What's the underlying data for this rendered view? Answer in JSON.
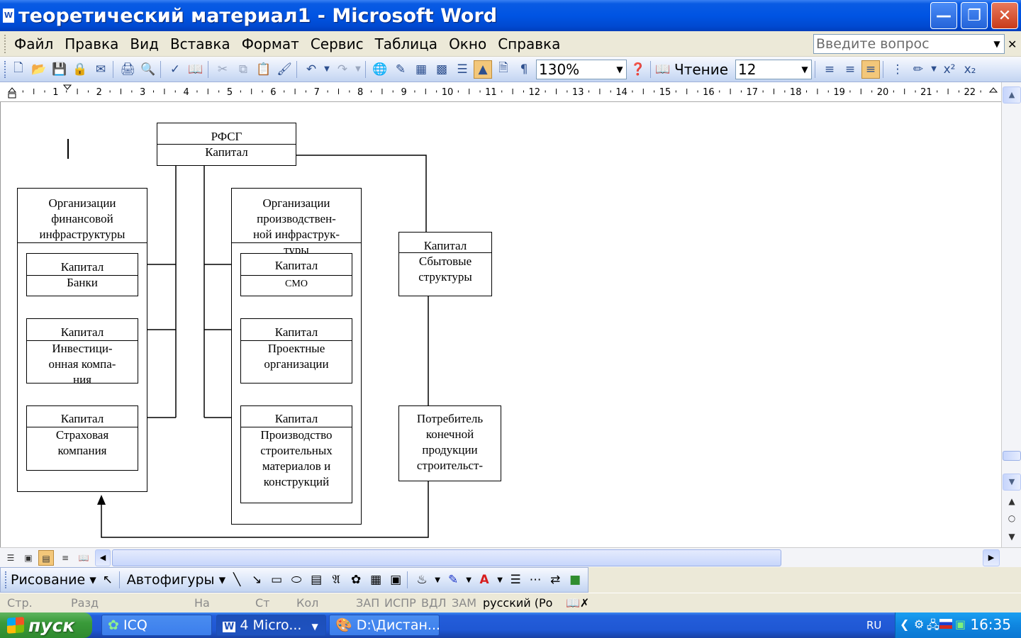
{
  "window": {
    "title": "теоретический материал1 - Microsoft Word",
    "app_icon_text": "W"
  },
  "menu": {
    "items": [
      "Файл",
      "Правка",
      "Вид",
      "Вставка",
      "Формат",
      "Сервис",
      "Таблица",
      "Окно",
      "Справка"
    ],
    "help_placeholder": "Введите вопрос"
  },
  "toolbar": {
    "zoom": "130%",
    "read_label": "Чтение",
    "font_size": "12"
  },
  "ruler": {
    "numbers": [
      "1",
      "2",
      "3",
      "4",
      "5",
      "6",
      "7",
      "8",
      "9",
      "10",
      "11",
      "12",
      "13",
      "14",
      "15",
      "16",
      "17",
      "18",
      "19",
      "20",
      "21",
      "22"
    ]
  },
  "diagram": {
    "rfsg": {
      "title": "РФСГ",
      "sub": "Капитал"
    },
    "fin_org": {
      "lines": [
        "Организации",
        "финансовой",
        "инфраструктуры"
      ]
    },
    "banks": {
      "title": "Капитал",
      "lines": [
        "Банки"
      ]
    },
    "invest": {
      "title": "Капитал",
      "lines": [
        "Инвестици-",
        "онная компа-",
        "ния"
      ]
    },
    "insurance": {
      "title": "Капитал",
      "lines": [
        "Страховая",
        "компания"
      ]
    },
    "prod_org": {
      "lines": [
        "Организации",
        "производствен-",
        "ной инфраструк-",
        "туры"
      ]
    },
    "smo": {
      "title": "Капитал",
      "lines": [
        "СМО"
      ]
    },
    "project": {
      "title": "Капитал",
      "lines": [
        "Проектные",
        "организации"
      ]
    },
    "materials": {
      "title": "Капитал",
      "lines": [
        "Производство",
        "строительных",
        "материалов и",
        "конструкций"
      ]
    },
    "sales": {
      "title": "Капитал",
      "lines": [
        "Сбытовые",
        "структуры"
      ]
    },
    "consumer": {
      "lines": [
        "Потребитель",
        "конечной",
        "продукции",
        "строительст-"
      ]
    }
  },
  "drawing": {
    "drawing_label": "Рисование",
    "autoshapes_label": "Автофигуры"
  },
  "status": {
    "page": "Стр.",
    "section": "Разд",
    "at": "На",
    "line": "Ст",
    "col": "Кол",
    "rec": "ЗАП",
    "trk": "ИСПР",
    "ext": "ВДЛ",
    "ovr": "ЗАМ",
    "language": "русский (Ро"
  },
  "taskbar": {
    "start": "пуск",
    "tasks": [
      {
        "label": "ICQ"
      },
      {
        "label": "4 Micro..."
      },
      {
        "label": "D:\\Дистан..."
      }
    ],
    "lang": "RU",
    "clock": "16:35"
  }
}
